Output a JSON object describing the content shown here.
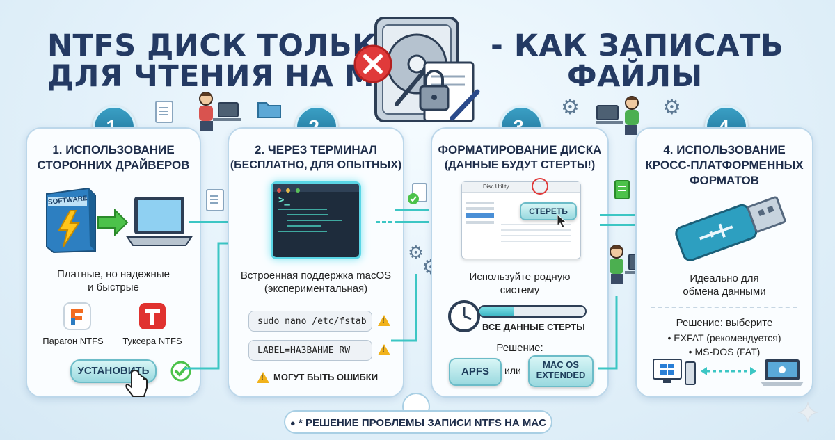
{
  "title": {
    "line1": "NTFS ДИСК ТОЛЬКО",
    "line2": "ДЛЯ ЧТЕНИЯ НА MAC",
    "line3": "- КАК ЗАПИСАТЬ",
    "line4": "ФАЙЛЫ"
  },
  "steps": [
    {
      "number": "1.",
      "title_line1": "1. ИСПОЛЬЗОВАНИЕ",
      "title_line2": "СТОРОННИХ ДРАЙВЕРОВ",
      "box_label": "SOFTWARE",
      "desc_line1": "Платные, но надежные",
      "desc_line2": "и быстрые",
      "app1": "Парагон NTFS",
      "app2": "Туксера NTFS",
      "button": "УСТАНОВИТЬ"
    },
    {
      "number": "2.",
      "title_line1": "2. ЧЕРЕЗ ТЕРМИНАЛ",
      "title_line2": "(БЕСПЛАТНО, ДЛЯ ОПЫТНЫХ)",
      "prompt": ">_",
      "desc_line1": "Встроенная поддержка macOS",
      "desc_line2": "(экспериментальная)",
      "cmd1": "sudo nano /etc/fstab",
      "cmd2": "LABEL=НАЗВАНИЕ  RW",
      "warning": "МОГУТ БЫТЬ ОШИБКИ"
    },
    {
      "number": "3.",
      "title_line1": "ФОРМАТИРОВАНИЕ ДИСКА",
      "title_line2": "(ДАННЫЕ БУДУТ СТЕРТЫ!)",
      "window_title": "Disc Utility",
      "erase_button": "СТЕРЕТЬ",
      "desc_line1": "Используйте родную",
      "desc_line2": "систему",
      "progress_label": "ВСЕ ДАННЫЕ СТЕРТЫ",
      "progress_fraction": 0.32,
      "solution_label": "Решение:",
      "option1": "APFS",
      "or_label": "или",
      "option2_line1": "MAC OS",
      "option2_line2": "EXTENDED"
    },
    {
      "number": "4.",
      "title_line1": "4. ИСПОЛЬЗОВАНИЕ",
      "title_line2": "КРОСС-ПЛАТФОРМЕННЫХ",
      "title_line3": "ФОРМАТОВ",
      "desc_line1": "Идеально для",
      "desc_line2": "обмена данными",
      "solution_label": "Решение: выберите",
      "fmt1": "• EXFAT (рекомендуется)",
      "fmt2": "• MS-DOS (FAT)"
    }
  ],
  "footer": {
    "text": "* РЕШЕНИЕ ПРОБЛЕМЫ ЗАПИСИ NTFS НА MAC",
    "icon": "apple-icon"
  },
  "colors": {
    "accent": "#3cc6c4",
    "title": "#243a63",
    "badge": "#1f6f96",
    "error": "#e03a3a",
    "warning": "#f1b21b"
  }
}
